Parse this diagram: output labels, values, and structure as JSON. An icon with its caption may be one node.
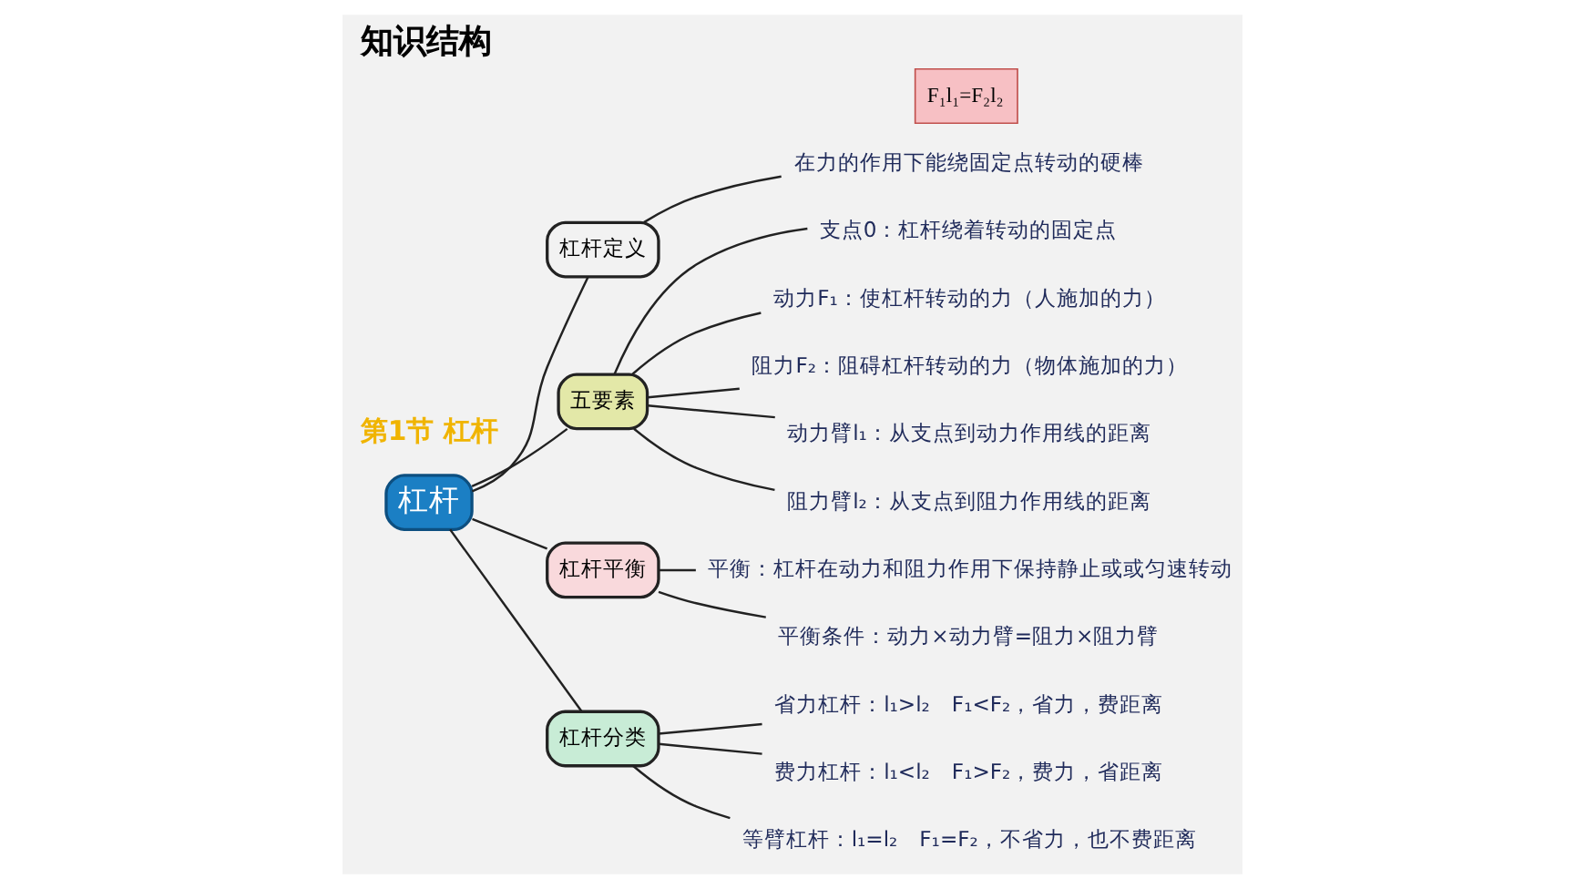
{
  "diagram": {
    "title": "知识结构",
    "nodes": [
      {
        "text": [
          "杠杆"
        ]
      },
      {
        "text": [
          "杠杆定义"
        ]
      },
      {
        "text": [
          "在力的作用下能绕固定点转动的硬棒"
        ]
      },
      {
        "text": [
          "五要素"
        ]
      },
      {
        "text": [
          "支点0：杠杆绕着转动的固定点"
        ]
      },
      {
        "text": [
          "动力F₁：使杠杆转动的力（人施加的力）"
        ]
      },
      {
        "text": [
          "阻力F₂：阻碍杠杆转动的力（物体施加的力）"
        ]
      },
      {
        "text": [
          "动力臂l₁：从支点到动力作用线的距离"
        ]
      },
      {
        "text": [
          "阻力臂l₂：从支点到阻力作用线的距离"
        ]
      },
      {
        "text": [
          "杠杆平衡"
        ]
      },
      {
        "text": [
          "平衡：杠杆在动力和阻力作用下保持静止或或匀速转动"
        ]
      },
      {
        "text": [
          "平衡条件：动力×动力臂=阻力×阻力臂"
        ]
      },
      {
        "text": [
          "F₁l₁=F₂l₂"
        ]
      },
      {
        "text": [
          "杠杆分类"
        ]
      },
      {
        "text": [
          "省力杠杆：l₁>l₂　F₁<F₂，省力，费距离"
        ]
      },
      {
        "text": [
          "费力杠杆：l₁<l₂　F₁>F₂，费力，省距离"
        ]
      },
      {
        "text": [
          "等臂杠杆：l₁=l₂　F₁=F₂，不省力，也不费距离"
        ]
      }
    ],
    "edges": [
      {
        "from": 0,
        "to": 1,
        "arrow": "none"
      },
      {
        "from": 0,
        "to": 3,
        "arrow": "none"
      },
      {
        "from": 0,
        "to": 9,
        "arrow": "none"
      },
      {
        "from": 0,
        "to": 13,
        "arrow": "none"
      },
      {
        "from": 1,
        "to": 2,
        "arrow": "none"
      },
      {
        "from": 3,
        "to": 4,
        "arrow": "none"
      },
      {
        "from": 3,
        "to": 5,
        "arrow": "none"
      },
      {
        "from": 3,
        "to": 6,
        "arrow": "none"
      },
      {
        "from": 3,
        "to": 7,
        "arrow": "none"
      },
      {
        "from": 3,
        "to": 8,
        "arrow": "none"
      },
      {
        "from": 9,
        "to": 10,
        "arrow": "none"
      },
      {
        "from": 9,
        "to": 11,
        "arrow": "none"
      },
      {
        "from": 13,
        "to": 14,
        "arrow": "none"
      },
      {
        "from": 13,
        "to": 15,
        "arrow": "none"
      },
      {
        "from": 13,
        "to": 16,
        "arrow": "none"
      }
    ],
    "labels": [
      "第1节 杠杆"
    ]
  }
}
